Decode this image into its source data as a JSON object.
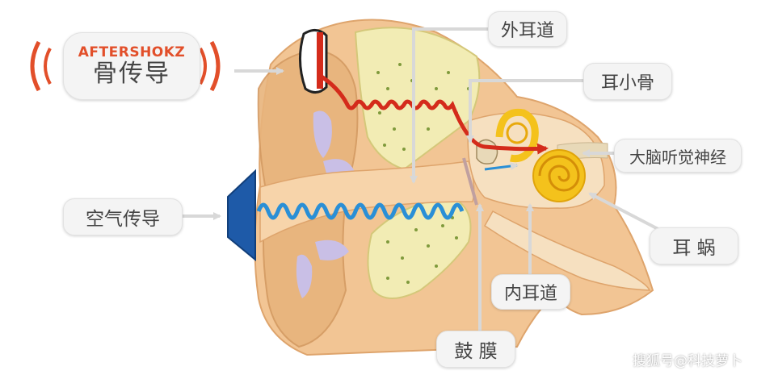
{
  "brand": {
    "name": "AFTERSHOKZ",
    "subtitle": "骨传导"
  },
  "labels": {
    "air_conduction": "空气传导",
    "outer_ear_canal": "外耳道",
    "ossicles": "耳小骨",
    "auditory_nerve": "大脑听觉神经",
    "cochlea": "耳 蜗",
    "inner_ear_canal": "内耳道",
    "eardrum": "鼓 膜"
  },
  "watermark": "搜狐号@科技萝卜",
  "colors": {
    "skin": "#f2c594",
    "skin_dark": "#dea46c",
    "cartilage": "#c9bfe6",
    "bone": "#f2ecb4",
    "bone_dots": "#7f9a3c",
    "bone_wave": "#d42b1b",
    "air_wave": "#2a8fd6",
    "speaker": "#1e5aa8",
    "cochlea": "#f4c21c",
    "brand": "#e24f2a"
  }
}
